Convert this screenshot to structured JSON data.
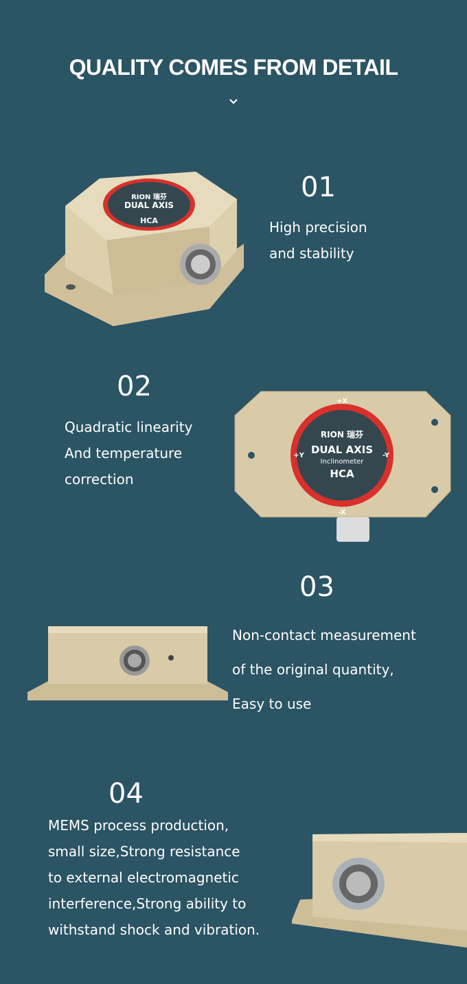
{
  "header": {
    "title": "QUALITY COMES FROM DETAIL",
    "chevron_icon": "chevron-down-icon"
  },
  "colors": {
    "background": "#2b5464",
    "text": "#ffffff",
    "device_body": "#d9cba8",
    "label_ring": "#d8302b",
    "label_face": "#34474f"
  },
  "device_label": {
    "brand": "RION 瑞芬",
    "model_type": "DUAL AXIS",
    "subtitle": "Inclinometer",
    "model": "HCA",
    "plus_x": "+X",
    "minus_x": "-X",
    "plus_y": "+Y",
    "minus_y": "-Y"
  },
  "features": [
    {
      "number": "01",
      "lines": [
        "High precision",
        "and stability"
      ]
    },
    {
      "number": "02",
      "lines": [
        "Quadratic linearity",
        "And temperature",
        "correction"
      ]
    },
    {
      "number": "03",
      "lines": [
        "Non-contact measurement",
        "of the original quantity,",
        "Easy to use"
      ]
    },
    {
      "number": "04",
      "lines": [
        "MEMS process production,",
        "small size,Strong resistance",
        "to external electromagnetic",
        "interference,Strong ability to",
        "withstand shock and vibration."
      ]
    }
  ]
}
